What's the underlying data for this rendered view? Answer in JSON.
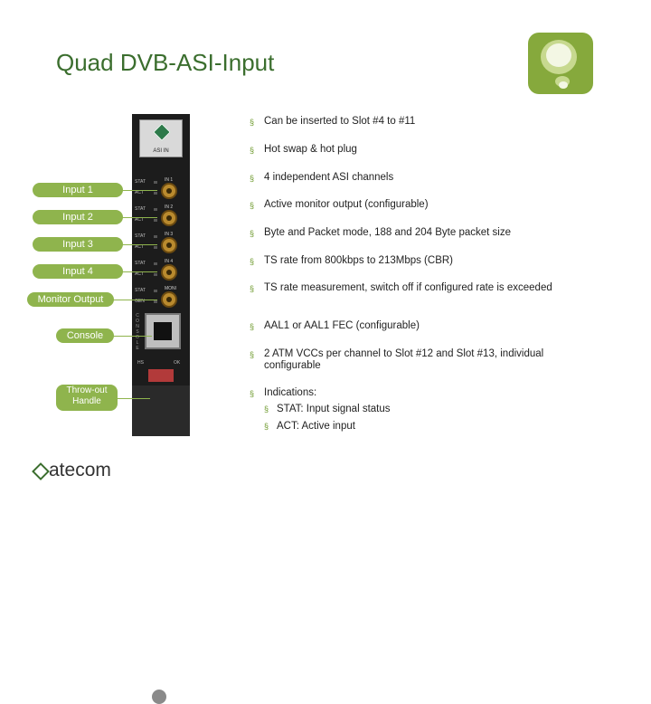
{
  "title": "Quad DVB-ASI-Input",
  "card": {
    "plate_label": "ASI IN",
    "rows": [
      {
        "stat": "STAT",
        "act": "ACT",
        "label": "IN 1"
      },
      {
        "stat": "STAT",
        "act": "ACT",
        "label": "IN 2"
      },
      {
        "stat": "STAT",
        "act": "ACT",
        "label": "IN 3"
      },
      {
        "stat": "STAT",
        "act": "ACT",
        "label": "IN 4"
      },
      {
        "stat": "STAT",
        "act": "GEN",
        "label": "MONI"
      }
    ],
    "console_letters": "CONSOLE",
    "hs": "HS",
    "ok": "OK"
  },
  "labels": {
    "input1": "Input 1",
    "input2": "Input 2",
    "input3": "Input 3",
    "input4": "Input 4",
    "monitor": "Monitor Output",
    "console": "Console",
    "throwout_line1": "Throw-out",
    "throwout_line2": "Handle"
  },
  "bullets": [
    "Can be inserted to Slot #4 to #11",
    "Hot swap & hot plug",
    "4 independent ASI channels",
    "Active monitor output (configurable)",
    "Byte and Packet mode, 188 and 204 Byte packet size",
    "TS rate from 800kbps to 213Mbps (CBR)",
    "TS rate measurement, switch off if configured rate is exceeded",
    "AAL1 or AAL1 FEC (configurable)",
    "2 ATM VCCs per channel to Slot #12 and Slot #13, individual configurable",
    "Indications:"
  ],
  "sub_bullets": [
    "STAT: Input signal status",
    "ACT:  Active input"
  ],
  "bullet_marker": "§",
  "brand": "atecom",
  "colors": {
    "title": "#3b6e2e",
    "tag": "#8fb44d",
    "logo": "#86a93c"
  }
}
